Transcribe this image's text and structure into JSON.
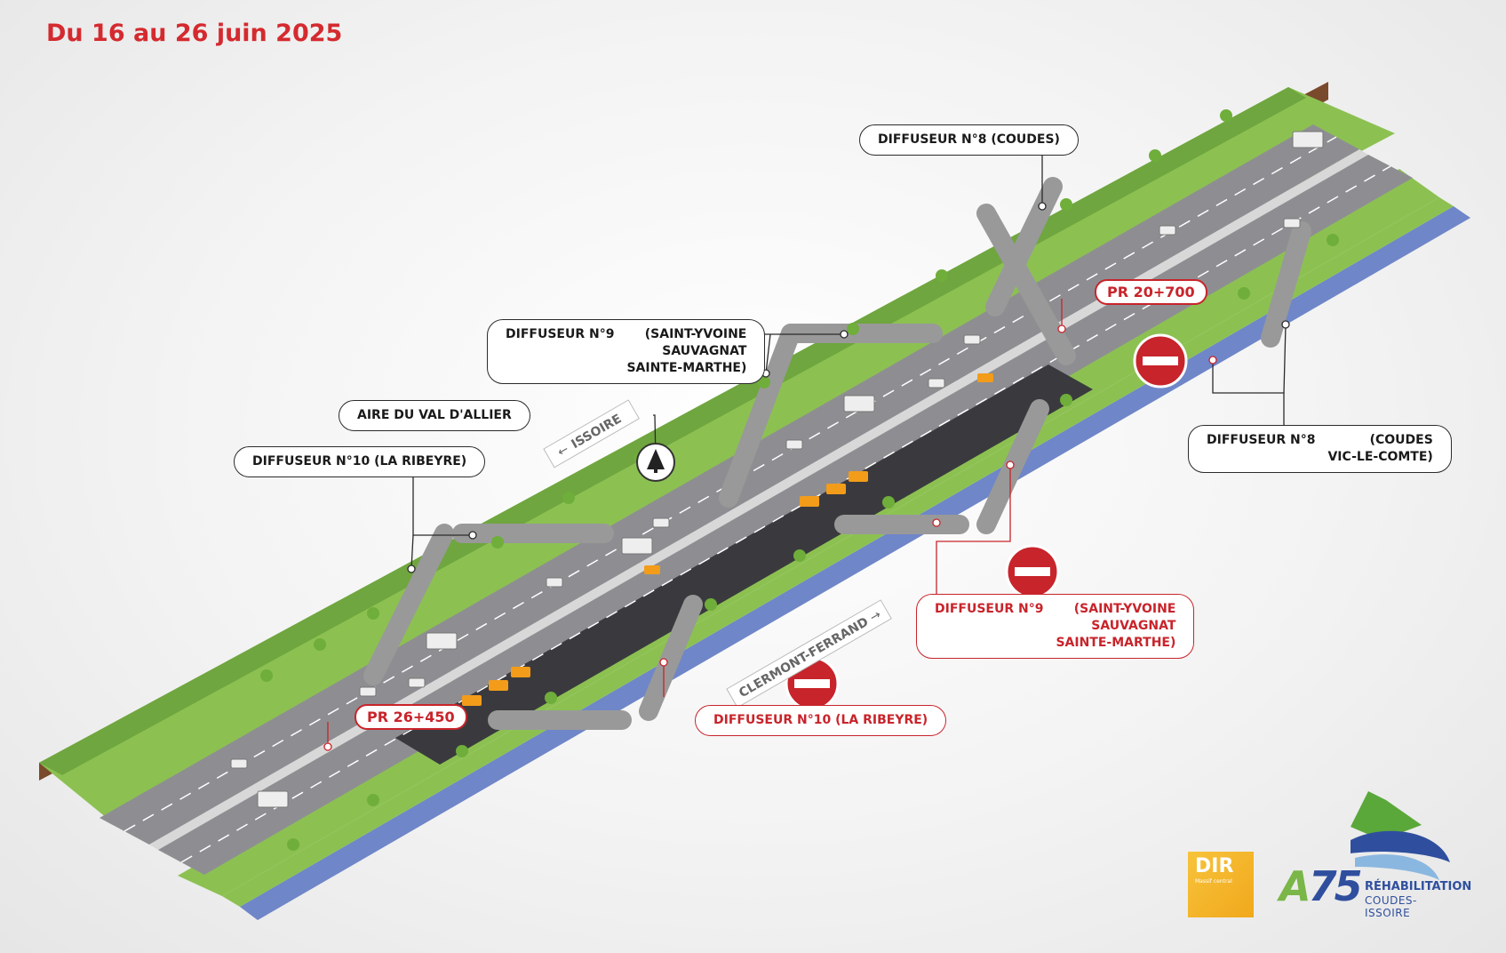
{
  "title": "Du 16 au 26 juin 2025",
  "callouts": {
    "diffuseur8_top": "DIFFUSEUR N°8   (COUDES)",
    "diffuseur9_top": {
      "name": "DIFFUSEUR N°9",
      "rest": "(SAINT-YVOINE\nSAUVAGNAT\nSAINTE-MARTHE)"
    },
    "aire": "AIRE DU VAL D'ALLIER",
    "diffuseur10_top": "DIFFUSEUR N°10 (LA RIBEYRE)",
    "diffuseur8_right": {
      "name": "DIFFUSEUR N°8",
      "rest": "(COUDES\nVIC-LE-COMTE)"
    },
    "diffuseur9_red": {
      "name": "DIFFUSEUR N°9",
      "rest": "(SAINT-YVOINE\nSAUVAGNAT\nSAINTE-MARTHE)"
    },
    "diffuseur10_red": "DIFFUSEUR N°10 (LA RIBEYRE)"
  },
  "pr_markers": {
    "pr_north": "PR 20+700",
    "pr_south": "PR 26+450"
  },
  "direction_signs": {
    "issoire": "ISSOIRE",
    "clermont": "CLERMONT-FERRAND"
  },
  "logos": {
    "dir": {
      "text": "DIR",
      "subtitle": "Massif central"
    },
    "a75": {
      "mark_a": "A",
      "mark_75": "75",
      "line1": "RÉHABILITATION",
      "line2": "COUDES-ISSOIRE"
    }
  },
  "icons": [
    "no-entry-sign-icon",
    "rest-area-tree-icon",
    "arrow-left-icon",
    "arrow-right-icon"
  ],
  "colors": {
    "accent_red": "#d42a2f",
    "grass": "#8cc152",
    "asphalt": "#8e8e92",
    "worksite": "#3a3a3e",
    "river": "#6f86c8"
  }
}
